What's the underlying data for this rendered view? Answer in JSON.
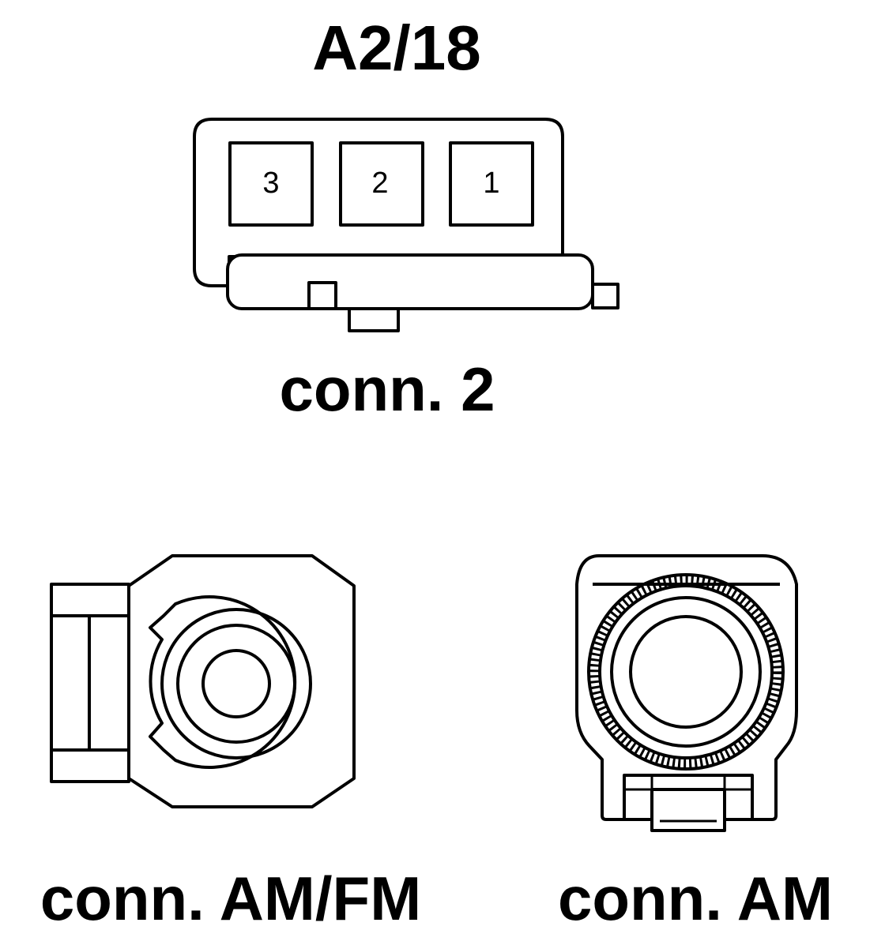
{
  "title": "A2/18",
  "connectors": {
    "conn2": {
      "label": "conn. 2",
      "pins": [
        "3",
        "2",
        "1"
      ]
    },
    "amfm": {
      "label": "conn. AM/FM"
    },
    "am": {
      "label": "conn. AM"
    }
  }
}
